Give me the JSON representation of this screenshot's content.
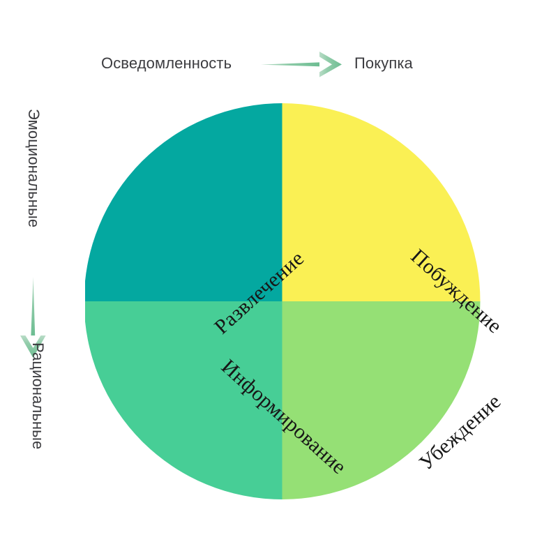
{
  "diagram": {
    "type": "quadrant-circle",
    "background_color": "#ffffff",
    "axes": {
      "horizontal": {
        "start_label": "Осведомленность",
        "end_label": "Покупка",
        "arrow_direction": "right",
        "arrow_color": "#7cc39a",
        "arrow_icon": "arrow-right-icon"
      },
      "vertical": {
        "start_label": "Эмоциональные",
        "end_label": "Рациональные",
        "arrow_direction": "down",
        "arrow_color": "#7cc39a",
        "arrow_icon": "arrow-down-icon"
      }
    },
    "quadrants": [
      {
        "position": "top-left",
        "label": "Развлечение",
        "color": "#04a8a0",
        "text_rotation_deg": -42
      },
      {
        "position": "top-right",
        "label": "Побуждение",
        "color": "#faf054",
        "text_rotation_deg": 42
      },
      {
        "position": "bottom-left",
        "label": "Информирование",
        "color": "#47ce96",
        "text_rotation_deg": 42
      },
      {
        "position": "bottom-right",
        "label": "Убеждение",
        "color": "#95e075",
        "text_rotation_deg": -42
      }
    ],
    "label_text_color": "#3b3b3f",
    "quadrant_text_color": "#171717"
  }
}
